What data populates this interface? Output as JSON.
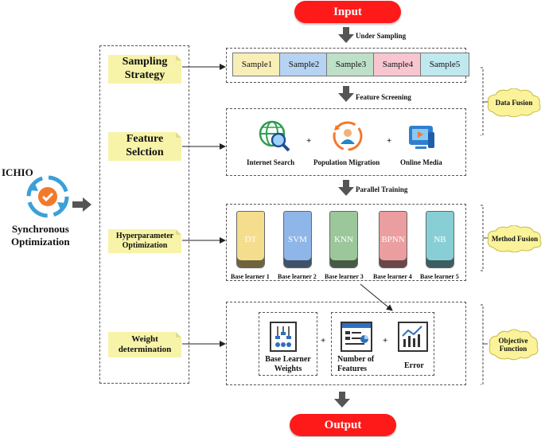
{
  "input_label": "Input",
  "output_label": "Output",
  "steps": {
    "under_sampling": "Under Sampling",
    "feature_screening": "Feature Screening",
    "parallel_training": "Parallel Training"
  },
  "left_notes": {
    "sampling_strategy": [
      "Sampling",
      "Strategy"
    ],
    "feature_selection": [
      "Feature",
      "Selction"
    ],
    "hyperparameter": [
      "Hyperparameter",
      "Optimization"
    ],
    "weight": [
      "Weight",
      "determination"
    ]
  },
  "ichio": {
    "label": "ICHIO",
    "caption": [
      "Synchronous",
      "Optimization"
    ]
  },
  "samples": [
    {
      "label": "Sample1",
      "color": "#f8efb8"
    },
    {
      "label": "Sample2",
      "color": "#b6d3f2"
    },
    {
      "label": "Sample3",
      "color": "#bfe0c8"
    },
    {
      "label": "Sample4",
      "color": "#f7c6d0"
    },
    {
      "label": "Sample5",
      "color": "#bfe8ef"
    }
  ],
  "features": {
    "internet_search": "Internet Search",
    "population_migration": "Population Migration",
    "online_media": "Online Media",
    "plus": "+"
  },
  "learners": [
    {
      "model": "DT",
      "label": "Base learner 1",
      "color": "#f5dd8e"
    },
    {
      "model": "SVM",
      "label": "Base learner 2",
      "color": "#8fb6e8"
    },
    {
      "model": "KNN",
      "label": "Base learner 3",
      "color": "#9cc79b"
    },
    {
      "model": "BPNN",
      "label": "Base learner 4",
      "color": "#ea9ea0"
    },
    {
      "model": "NB",
      "label": "Base learner 5",
      "color": "#87cfd4"
    }
  ],
  "objective": {
    "base_learner_weights": [
      "Base Learner",
      "Weights"
    ],
    "number_of_features": [
      "Number of",
      "Features"
    ],
    "error": "Error",
    "plus": "+"
  },
  "clouds": {
    "data_fusion": [
      "Data Fusion"
    ],
    "method_fusion": [
      "Method Fusion"
    ],
    "objective_function": [
      "Objective",
      "Function"
    ]
  },
  "colors": {
    "pill": "#ff1a1a",
    "note": "#f7f3a8",
    "cloud": "#fbf39a",
    "arrow": "#555555"
  }
}
